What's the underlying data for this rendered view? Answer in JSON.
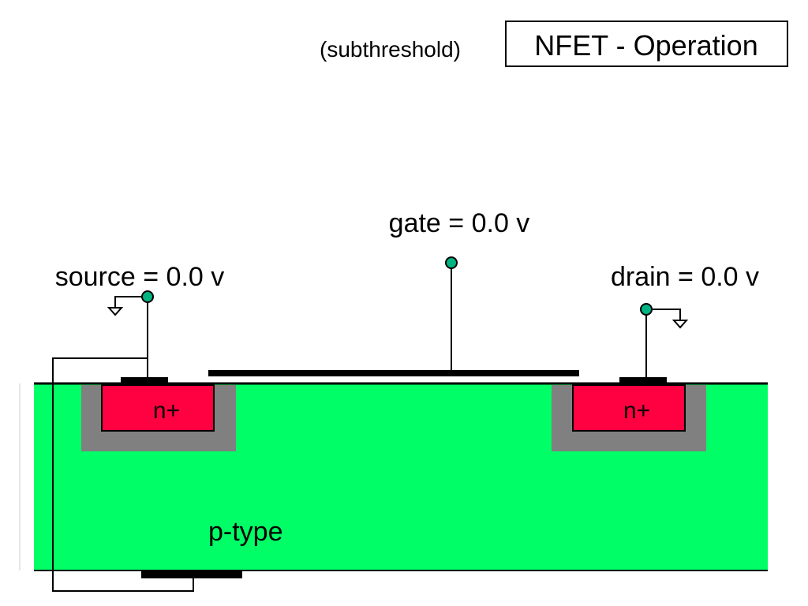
{
  "header": {
    "subtitle": "(subthreshold)",
    "title": "NFET - Operation"
  },
  "terminals": {
    "source": "source = 0.0 v",
    "gate": "gate = 0.0 v",
    "drain": "drain = 0.0 v"
  },
  "regions": {
    "source_diffusion": "n+",
    "drain_diffusion": "n+",
    "substrate": "p-type"
  },
  "colors": {
    "substrate": "#00ff66",
    "diffusion": "#ff0040",
    "depletion": "#808080",
    "terminal_node": "#00b383",
    "wire": "#000000"
  },
  "icons": {
    "source_ground": "ground-icon",
    "drain_ground": "ground-icon"
  }
}
